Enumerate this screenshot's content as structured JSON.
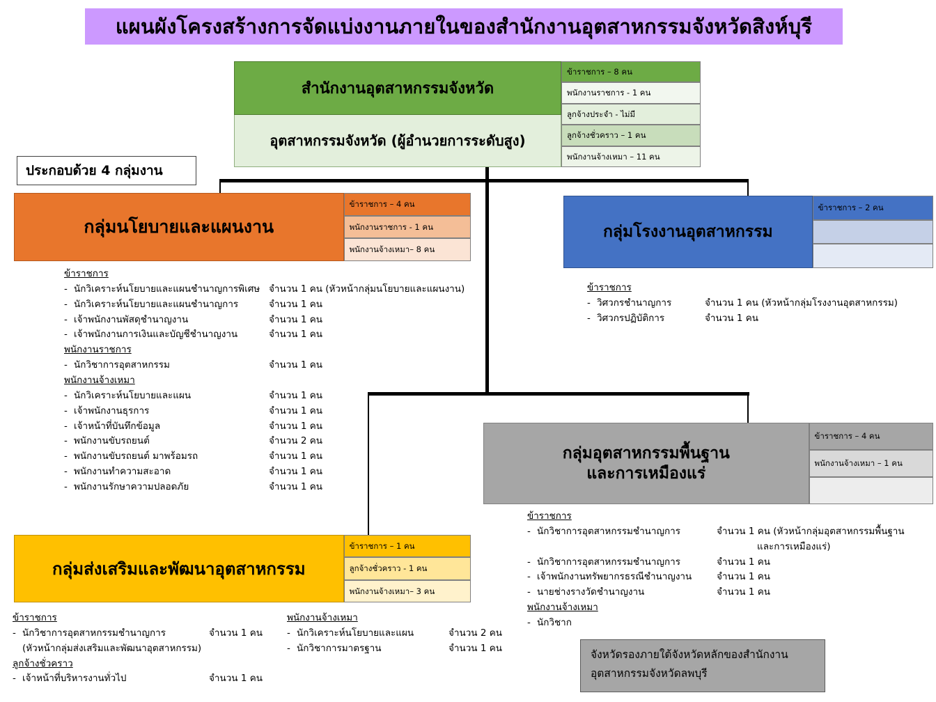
{
  "title": "แผนผังโครงสร้างการจัดแบ่งงานภายในของสำนักงานอุตสาหกรรมจังหวัดสิงห์บุรี",
  "colors": {
    "title_banner": "#CC99FF",
    "head_green": "#6DAB45",
    "head_green_light": "#E3EFDC",
    "policy_orange": "#E8762C",
    "factory_blue": "#4472C4",
    "basic_gray": "#A6A6A6",
    "promotion_yellow": "#FFC000",
    "connector_line": "#000000"
  },
  "groups_note": "ประกอบด้วย 4 กลุ่มงาน",
  "head_office": {
    "name": "สำนักงานอุตสาหกรรมจังหวัด",
    "subtitle": "อุตสาหกรรมจังหวัด  (ผู้อำนวยการระดับสูง)",
    "stats": [
      "ข้าราชการ – 8 คน",
      "พนักงานราชการ - 1 คน",
      "ลูกจ้างประจำ - ไม่มี",
      "ลูกจ้างชั่วคราว – 1 คน",
      "พนักงานจ้างเหมา – 11 คน"
    ]
  },
  "policy_group": {
    "name": "กลุ่มนโยบายและแผนงาน",
    "stats": [
      "ข้าราชการ – 4 คน",
      "พนักงานราชการ - 1 คน",
      "พนักงานจ้างเหมา– 8 คน"
    ],
    "sections": [
      {
        "header": "ข้าราชการ",
        "items": [
          {
            "name": "นักวิเคราะห์นโยบายและแผนชำนาญการพิเศษ",
            "qty": "จำนวน 1 คน (หัวหน้ากลุ่มนโยบายและแผนงาน)"
          },
          {
            "name": "นักวิเคราะห์นโยบายและแผนชำนาญการ",
            "qty": "จำนวน  1 คน"
          },
          {
            "name": "เจ้าพนักงานพัสดุชำนาญงาน",
            "qty": "จำนวน 1 คน"
          },
          {
            "name": "เจ้าพนักงานการเงินและบัญชีชำนาญงาน",
            "qty": "จำนวน 1 คน"
          }
        ]
      },
      {
        "header": "พนักงานราชการ",
        "items": [
          {
            "name": "นักวิชาการอุตสาหกรรม",
            "qty": "จำนวน 1 คน"
          }
        ]
      },
      {
        "header": "พนักงานจ้างเหมา",
        "items": [
          {
            "name": "นักวิเคราะห์นโยบายและแผน",
            "qty": "จำนวน 1 คน"
          },
          {
            "name": "เจ้าพนักงานธุรการ",
            "qty": "จำนวน 1 คน"
          },
          {
            "name": "เจ้าหน้าที่บันทึกข้อมูล",
            "qty": "จำนวน 1 คน"
          },
          {
            "name": "พนักงานขับรถยนต์",
            "qty": "จำนวน 2 คน"
          },
          {
            "name": "พนักงานขับรถยนต์ มาพร้อมรถ",
            "qty": "จำนวน 1 คน"
          },
          {
            "name": "พนักงานทำความสะอาด",
            "qty": "จำนวน 1 คน"
          },
          {
            "name": "พนักงานรักษาความปลอดภัย",
            "qty": "จำนวน 1 คน"
          }
        ]
      }
    ]
  },
  "factory_group": {
    "name": "กลุ่มโรงงานอุตสาหกรรม",
    "stats": [
      "ข้าราชการ – 2 คน",
      "",
      ""
    ],
    "sections": [
      {
        "header": "ข้าราชการ",
        "items": [
          {
            "name": "วิศวกรชำนาญการ",
            "qty": "จำนวน 1 คน (หัวหน้ากลุ่มโรงงานอุตสาหกรรม)"
          },
          {
            "name": "วิศวกรปฏิบัติการ",
            "qty": "จำนวน 1 คน"
          }
        ]
      }
    ]
  },
  "basic_group": {
    "name_line1": "กลุ่มอุตสาหกรรมพื้นฐาน",
    "name_line2": "และการเหมืองแร่",
    "stats": [
      "ข้าราชการ – 4 คน",
      "พนักงานจ้างเหมา – 1 คน",
      ""
    ],
    "sections": [
      {
        "header": "ข้าราชการ",
        "items": [
          {
            "name": "นักวิชาการอุตสาหกรรมชำนาญการ",
            "qty": "จำนวน 1 คน (หัวหน้ากลุ่มอุตสาหกรรมพื้นฐาน",
            "qty2": "และการเหมืองแร่)"
          },
          {
            "name": "นักวิชาการอุตสาหกรรมชำนาญการ",
            "qty": "จำนวน 1 คน"
          },
          {
            "name": "เจ้าพนักงานทรัพยากรธรณีชำนาญงาน",
            "qty": "จำนวน 1 คน"
          },
          {
            "name": "นายช่างรางวัดชำนาญงาน",
            "qty": "จำนวน 1 คน"
          }
        ]
      },
      {
        "header": "พนักงานจ้างเหมา",
        "items": [
          {
            "name": "นักวิชาก",
            "qty": ""
          }
        ]
      }
    ]
  },
  "promotion_group": {
    "name": "กลุ่มส่งเสริมและพัฒนาอุตสาหกรรม",
    "stats": [
      "ข้าราชการ – 1 คน",
      "ลูกจ้างชั่วคราว - 1 คน",
      "พนักงานจ้างเหมา– 3 คน"
    ],
    "sections_left": [
      {
        "header": "ข้าราชการ",
        "items": [
          {
            "name": "นักวิชาการอุตสาหกรรมชำนาญการ",
            "qty": "จำนวน 1 คน",
            "sub": "(หัวหน้ากลุ่มส่งเสริมและพัฒนาอุตสาหกรรม)"
          }
        ]
      },
      {
        "header": "ลูกจ้างชั่วคราว",
        "items": [
          {
            "name": "เจ้าหน้าที่บริหารงานทั่วไป",
            "qty": "จำนวน 1 คน"
          }
        ]
      }
    ],
    "sections_right": [
      {
        "header": "พนักงานจ้างเหมา",
        "items": [
          {
            "name": "นักวิเคราะห์นโยบายและแผน",
            "qty": "จำนวน 2 คน"
          },
          {
            "name": "นักวิชาการมาตรฐาน",
            "qty": "จำนวน 1 คน"
          }
        ]
      }
    ]
  },
  "lopburi_note": {
    "line1": "จังหวัดรองภายใต้จังหวัดหลักของสำนักงาน",
    "line2": "อุตสาหกรรมจังหวัดลพบุรี"
  }
}
